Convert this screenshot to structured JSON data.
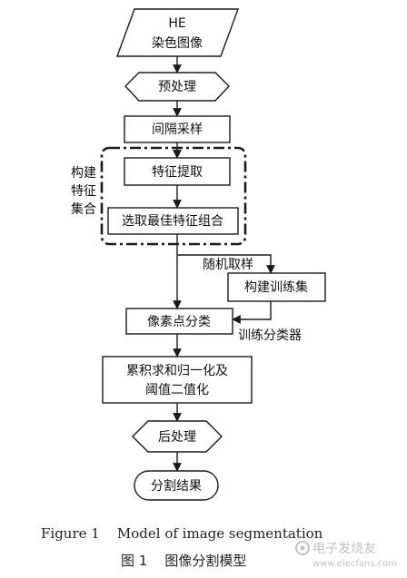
{
  "nodes": {
    "input": {
      "line1": "HE",
      "line2": "染色图像"
    },
    "preprocess": "预处理",
    "sampling": "间隔采样",
    "feature_extract": "特征提取",
    "select_best": "选取最佳特征组合",
    "build_training": "构建训练集",
    "pixel_classify": "像素点分类",
    "accumulate": {
      "line1": "累积求和归一化及",
      "line2": "阈值二值化"
    },
    "postprocess": "后处理",
    "result": "分割结果"
  },
  "group_label": {
    "line1": "构建",
    "line2": "特征",
    "line3": "集合"
  },
  "edge_labels": {
    "random_sampling": "随机取样",
    "train_classifier": "训练分类器"
  },
  "caption": {
    "en": "Figure 1    Model of image segmentation",
    "zh": "图 1    图像分割模型"
  },
  "watermark": {
    "site": "电子发烧友",
    "url": "www.elecfans.com"
  }
}
